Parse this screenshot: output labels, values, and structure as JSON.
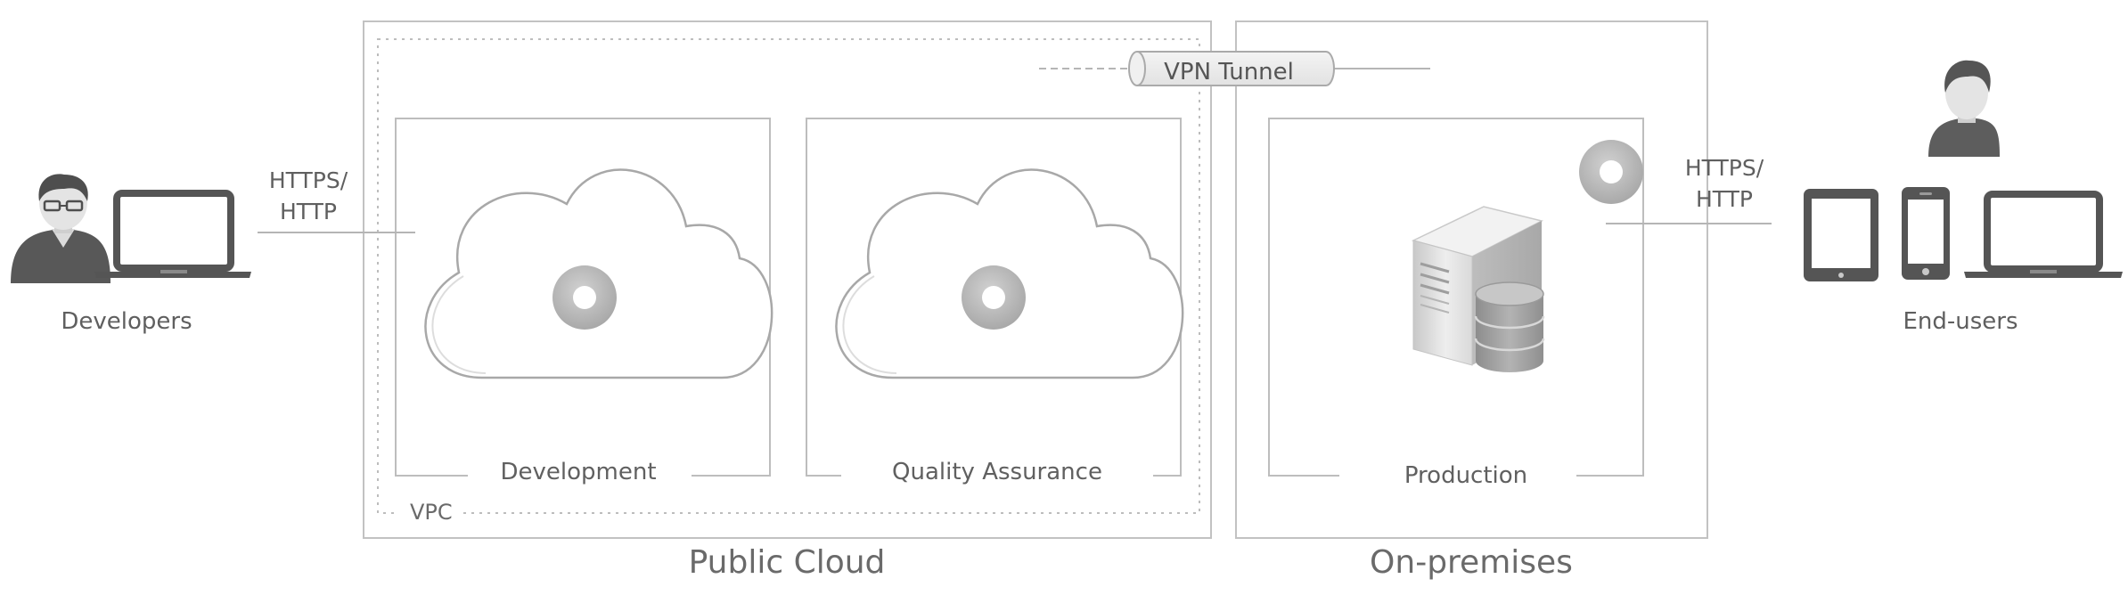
{
  "actors": {
    "developers": {
      "label": "Developers"
    },
    "end_users": {
      "label": "End-users"
    }
  },
  "connections": {
    "developers_protocol": [
      "HTTPS/",
      "HTTP"
    ],
    "end_users_protocol": [
      "HTTPS/",
      "HTTP"
    ],
    "vpn_tunnel": {
      "label": "VPN Tunnel"
    }
  },
  "zones": {
    "public_cloud": {
      "label": "Public Cloud"
    },
    "vpc": {
      "label": "VPC"
    },
    "on_premises": {
      "label": "On-premises"
    }
  },
  "environments": {
    "development": {
      "label": "Development"
    },
    "quality_assurance": {
      "label": "Quality Assurance"
    },
    "production": {
      "label": "Production"
    }
  },
  "colors": {
    "stroke": "#b9b9b9",
    "text": "#5f5f5f",
    "icon_dark": "#5a5a5a",
    "disc_outer": "#bdbdbd",
    "server_front": "#e6e6e6",
    "db_body": "#a3a3a3"
  }
}
